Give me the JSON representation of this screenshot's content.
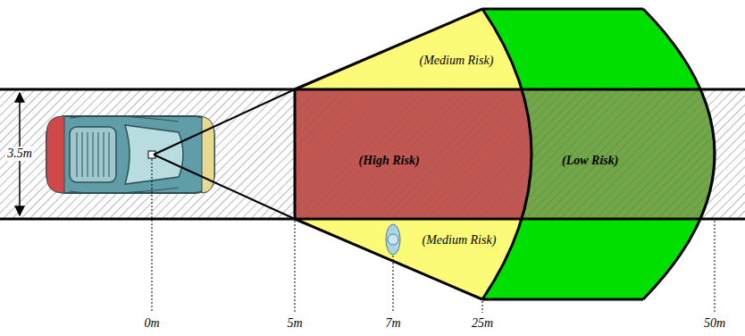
{
  "diagram": {
    "nodes": [
      {
        "text": [
          "(Medium Risk)"
        ]
      },
      {
        "text": [
          "(High Risk)"
        ]
      },
      {
        "text": [
          "(Low Risk)"
        ]
      },
      {
        "text": [
          "(Medium Risk)"
        ]
      }
    ],
    "labels": [
      "3.5m",
      "0m",
      "5m",
      "7m",
      "25m",
      "50m"
    ]
  }
}
